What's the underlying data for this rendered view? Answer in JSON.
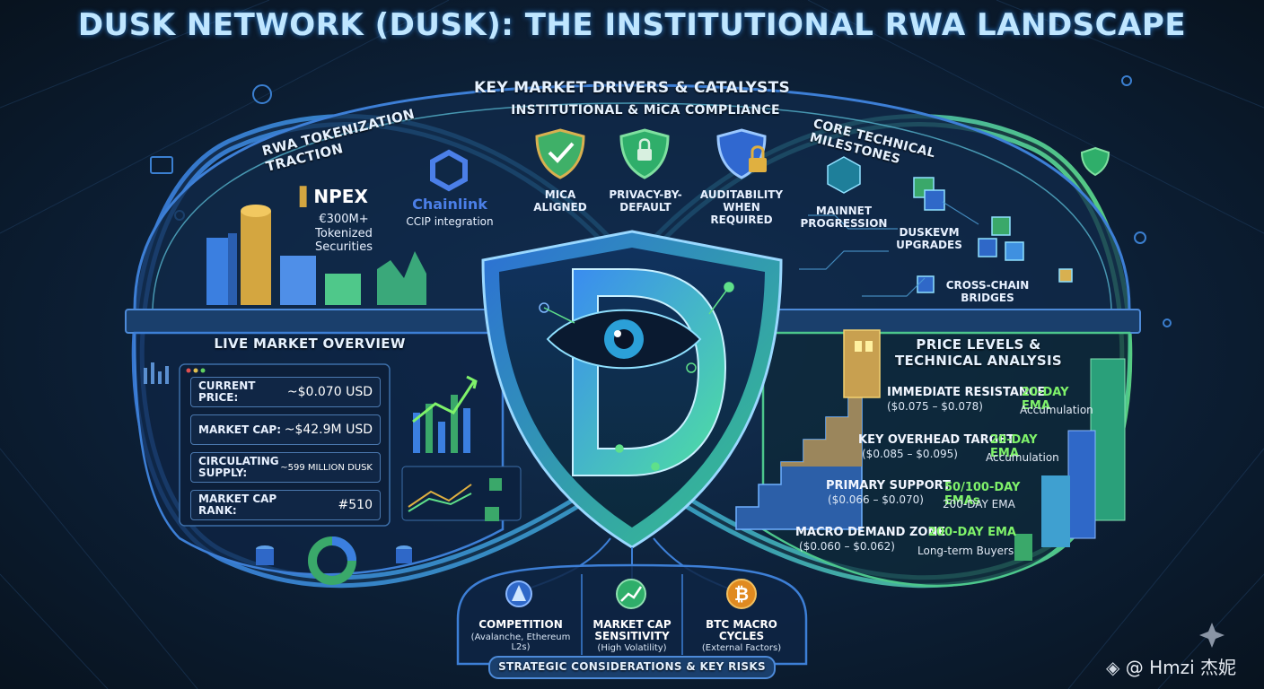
{
  "title": "DUSK NETWORK (DUSK): THE INSTITUTIONAL RWA LANDSCAPE",
  "drivers": {
    "header": "KEY MARKET DRIVERS & CATALYSTS",
    "rwa": {
      "header": "RWA TOKENIZATION TRACTION",
      "npex_logo": "NPEX",
      "npex_value": "€300M+",
      "npex_desc": "Tokenized Securities",
      "chainlink_logo": "Chainlink",
      "chainlink_desc": "CCIP integration"
    },
    "compliance": {
      "header": "INSTITUTIONAL & MiCA COMPLIANCE",
      "items": [
        {
          "label": "MICA ALIGNED",
          "icon": "shield-check-icon"
        },
        {
          "label": "PRIVACY-BY-DEFAULT",
          "icon": "shield-lock-icon"
        },
        {
          "label": "AUDITABILITY WHEN REQUIRED",
          "icon": "shield-padlock-icon"
        }
      ]
    },
    "technical": {
      "header": "CORE TECHNICAL MILESTONES",
      "items": [
        "MAINNET PROGRESSION",
        "DUSKEVM UPGRADES",
        "CROSS-CHAIN BRIDGES"
      ]
    }
  },
  "market": {
    "header": "LIVE MARKET OVERVIEW",
    "rows": [
      {
        "key": "CURRENT PRICE:",
        "value": "~$0.070 USD"
      },
      {
        "key": "MARKET CAP:",
        "value": "~$42.9M USD"
      },
      {
        "key": "CIRCULATING SUPPLY:",
        "value": "~599 MILLION DUSK"
      },
      {
        "key": "MARKET CAP RANK:",
        "value": "#510"
      }
    ]
  },
  "price_levels": {
    "header_line1": "PRICE LEVELS &",
    "header_line2": "TECHNICAL ANALYSIS",
    "levels": [
      {
        "title": "IMMEDIATE RESISTANCE",
        "range": "($0.075 – $0.078)",
        "ema": "20-DAY EMA",
        "note": "Accumulation"
      },
      {
        "title": "KEY OVERHEAD TARGET",
        "range": "($0.085 – $0.095)",
        "ema": "20-DAY EMA",
        "note": "Accumulation"
      },
      {
        "title": "PRIMARY SUPPORT",
        "range": "($0.066 – $0.070)",
        "ema": "50/100-DAY EMAs",
        "note": "200-DAY EMA"
      },
      {
        "title": "MACRO DEMAND ZONE",
        "range": "($0.060 – $0.062)",
        "ema": "200-DAY EMA",
        "note": "Long-term Buyers"
      }
    ]
  },
  "risks": {
    "header": "STRATEGIC CONSIDERATIONS & KEY RISKS",
    "items": [
      {
        "title": "COMPETITION",
        "sub": "(Avalanche, Ethereum L2s)",
        "icon": "avalanche-icon"
      },
      {
        "title": "MARKET CAP SENSITIVITY",
        "sub": "(High Volatility)",
        "icon": "trend-up-icon"
      },
      {
        "title": "BTC MACRO CYCLES",
        "sub": "(External Factors)",
        "icon": "bitcoin-icon"
      }
    ]
  },
  "watermark": "@ Hmzi 杰妮",
  "colors": {
    "background": "#0b1a2e",
    "blue": "#3d7fd6",
    "green": "#5fe08a",
    "accent_green": "#7ff26a",
    "title": "#bfe6ff"
  }
}
